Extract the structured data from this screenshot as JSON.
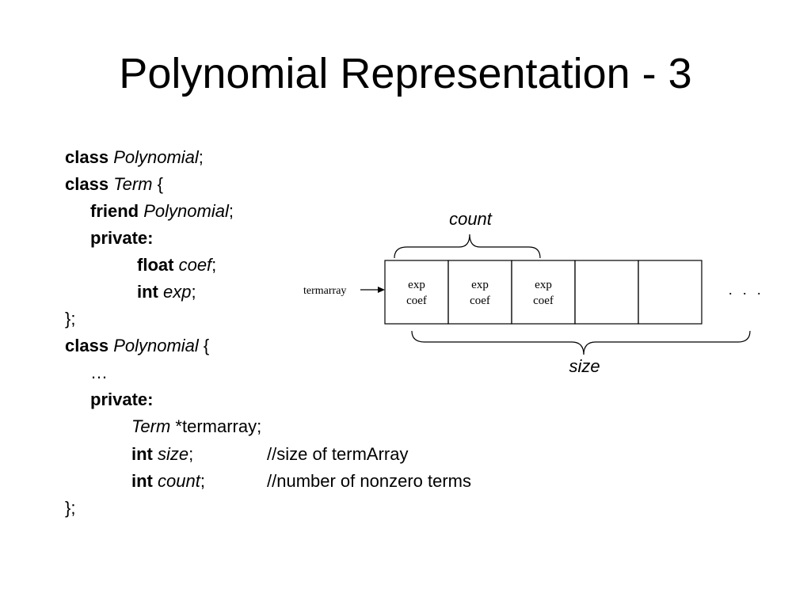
{
  "title": "Polynomial Representation - 3",
  "code": {
    "l1": {
      "kw": "class",
      "name": "Polynomial",
      "end": ";"
    },
    "l2": {
      "kw": "class",
      "name": "Term",
      "end": " {"
    },
    "l3": {
      "kw": "friend",
      "name": "Polynomial",
      "end": ";"
    },
    "l4": {
      "kw": "private:"
    },
    "l5": {
      "kw": "float",
      "name": "coef",
      "end": ";"
    },
    "l6": {
      "kw": "int",
      "name": "exp",
      "end": ";"
    },
    "l7": {
      "text": "};"
    },
    "l8": {
      "kw": "class",
      "name": "Polynomial",
      "end": " {"
    },
    "l9": {
      "text": "…"
    },
    "l10": {
      "kw": "private:"
    },
    "l11": {
      "name": "Term",
      "rest": " *termarray;"
    },
    "l12": {
      "kw": "int",
      "name": "size",
      "end": ";",
      "comment": "//size of termArray"
    },
    "l13": {
      "kw": "int",
      "name": "count",
      "end": ";",
      "comment": "//number of nonzero terms"
    },
    "l14": {
      "text": "};"
    }
  },
  "diagram": {
    "pointer_label": "termarray",
    "cells": [
      {
        "exp": "exp",
        "coef": "coef"
      },
      {
        "exp": "exp",
        "coef": "coef"
      },
      {
        "exp": "exp",
        "coef": "coef"
      }
    ],
    "ellipsis": ".   .   .",
    "count_label": "count",
    "size_label": "size"
  }
}
